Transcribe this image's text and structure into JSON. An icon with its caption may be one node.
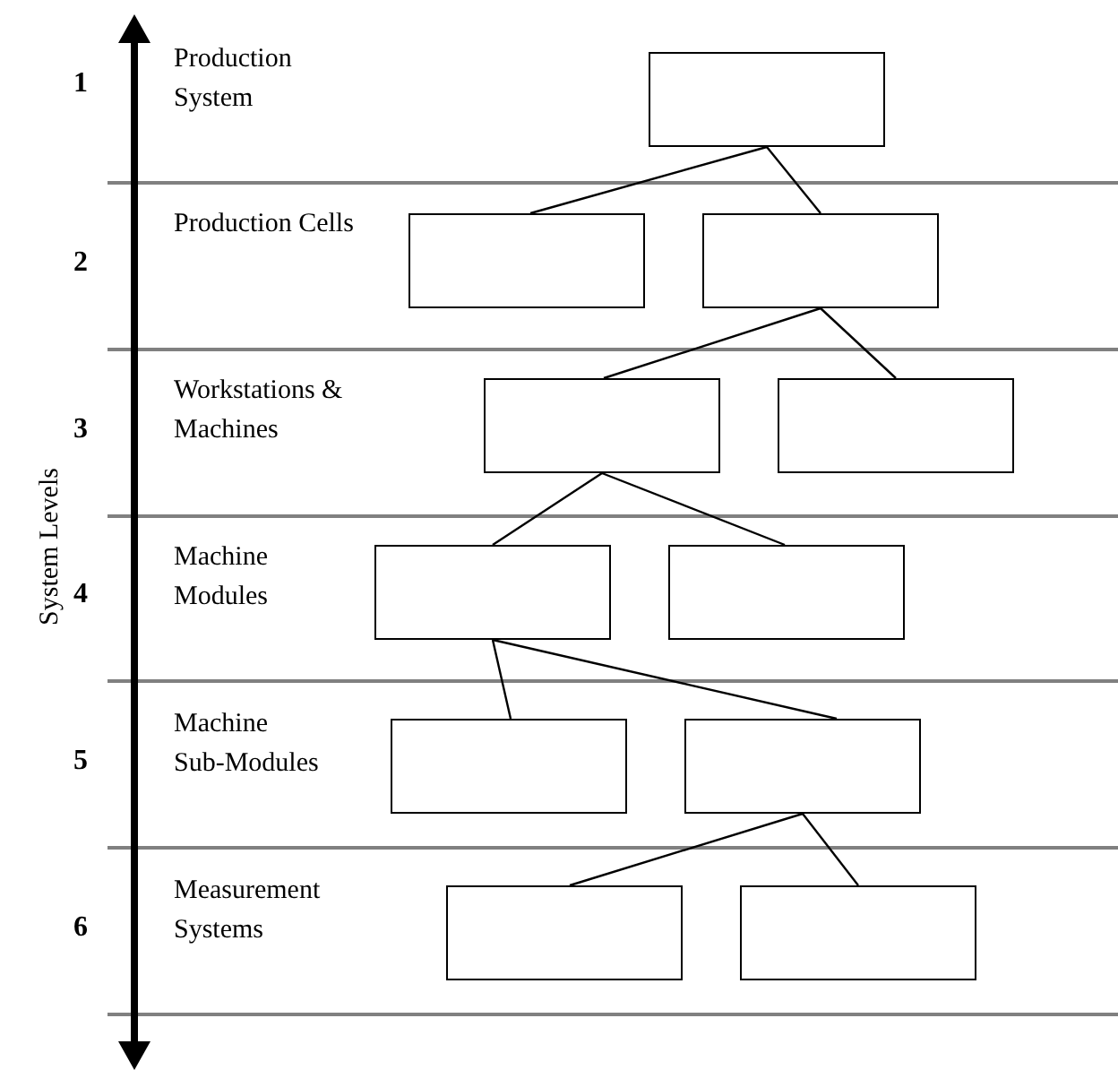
{
  "diagram": {
    "nodes": [
      {
        "text": [],
        "shape": "box"
      },
      {
        "text": [],
        "shape": "box"
      },
      {
        "text": [],
        "shape": "box"
      },
      {
        "text": [],
        "shape": "box"
      },
      {
        "text": [],
        "shape": "box"
      },
      {
        "text": [],
        "shape": "box"
      },
      {
        "text": [],
        "shape": "box"
      },
      {
        "text": [],
        "shape": "box"
      },
      {
        "text": [],
        "shape": "box"
      },
      {
        "text": [],
        "shape": "box"
      },
      {
        "text": [],
        "shape": "box"
      }
    ],
    "edges": [
      {
        "from": 0,
        "to": 1,
        "arrow": "none"
      },
      {
        "from": 0,
        "to": 2,
        "arrow": "none"
      },
      {
        "from": 2,
        "to": 3,
        "arrow": "none"
      },
      {
        "from": 2,
        "to": 4,
        "arrow": "none"
      },
      {
        "from": 3,
        "to": 5,
        "arrow": "none"
      },
      {
        "from": 3,
        "to": 6,
        "arrow": "none"
      },
      {
        "from": 5,
        "to": 7,
        "arrow": "none"
      },
      {
        "from": 5,
        "to": 8,
        "arrow": "none"
      },
      {
        "from": 8,
        "to": 9,
        "arrow": "none"
      },
      {
        "from": 8,
        "to": 10,
        "arrow": "none"
      }
    ],
    "labels": [
      "1",
      "Production System",
      "2",
      "Production Cells",
      "3",
      "Workstations & Machines",
      "4",
      "Machine Modules",
      "5",
      "Machine Sub-Modules",
      "6",
      "Measurement Systems",
      "System Levels"
    ]
  }
}
